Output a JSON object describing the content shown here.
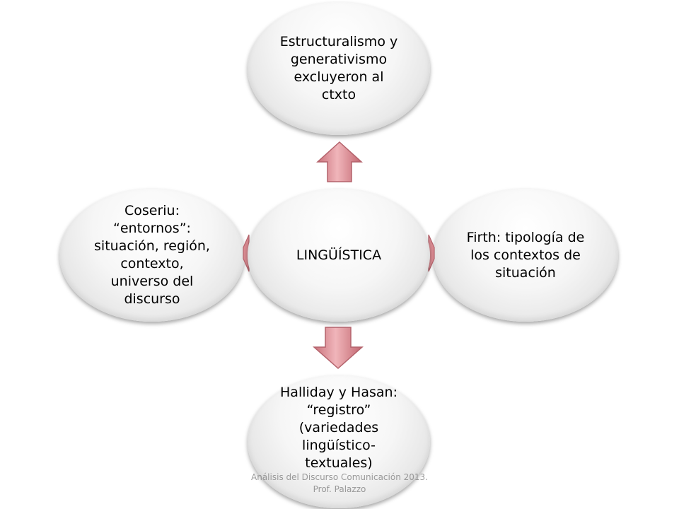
{
  "diagram": {
    "center": {
      "label": "LINGÜÍSTICA"
    },
    "top": {
      "lines": [
        "Estructuralismo y",
        "generativismo",
        "excluyeron al",
        "ctxto"
      ]
    },
    "right": {
      "lines": [
        "Firth: tipología de",
        "los contextos de",
        "situación"
      ]
    },
    "left": {
      "lines": [
        "Coseriu:",
        "“entornos”:",
        "situación, región,",
        "contexto,",
        "universo del",
        "discurso"
      ]
    },
    "bottom": {
      "lines": [
        "Halliday y Hasan:",
        "“registro”",
        "(variedades",
        "lingüístico-",
        "textuales)"
      ]
    }
  },
  "footer": {
    "lines": [
      "Análisis del Discurso  Comunicación 2013.",
      "Prof. Palazzo"
    ]
  },
  "colors": {
    "arrow_fill": "#d98a91",
    "arrow_stroke": "#b4636c",
    "node_fill": "#f3f3f3",
    "footer_text": "#8a8a8a"
  }
}
